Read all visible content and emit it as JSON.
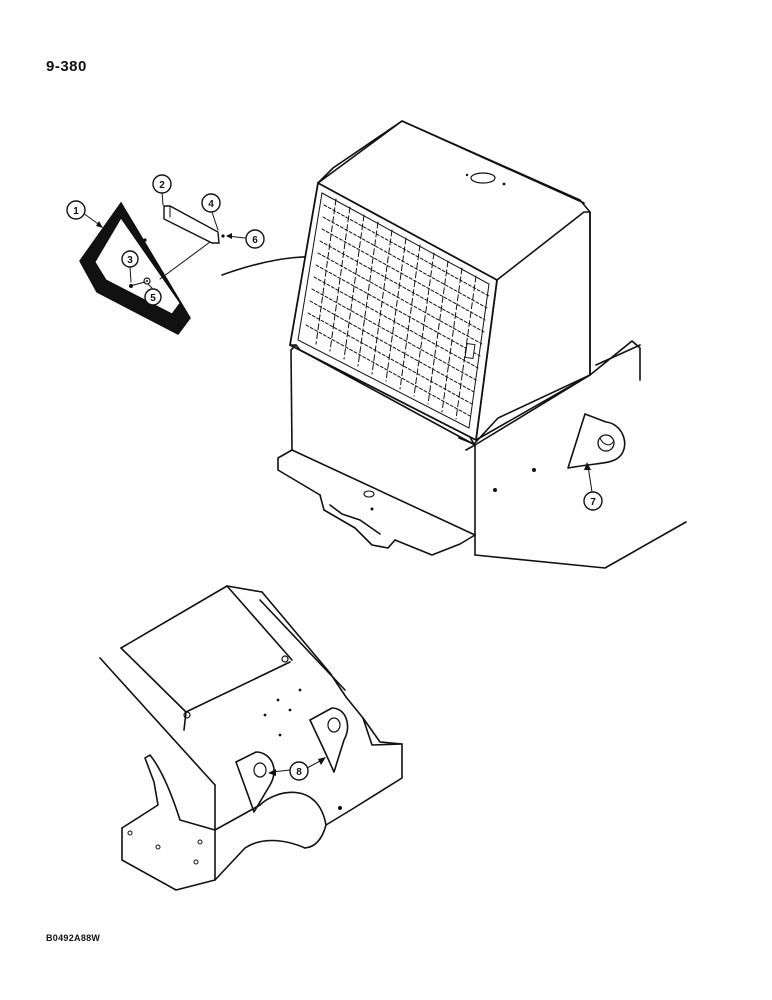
{
  "page": {
    "page_number": "9-380",
    "figure_code": "B0492A88W"
  },
  "callouts": [
    {
      "id": "c1",
      "label": "1",
      "part": "slow-moving-vehicle-emblem"
    },
    {
      "id": "c2",
      "label": "2",
      "part": "mounting-bracket"
    },
    {
      "id": "c3",
      "label": "3",
      "part": "bolt"
    },
    {
      "id": "c4",
      "label": "4",
      "part": "lock-washer"
    },
    {
      "id": "c5",
      "label": "5",
      "part": "washer"
    },
    {
      "id": "c6",
      "label": "6",
      "part": "nut"
    },
    {
      "id": "c7",
      "label": "7",
      "part": "counterweight-lifting-lug"
    },
    {
      "id": "c8",
      "label": "8",
      "part": "frame-lifting-lugs"
    }
  ],
  "colors": {
    "ink": "#111111",
    "paper": "#ffffff"
  }
}
